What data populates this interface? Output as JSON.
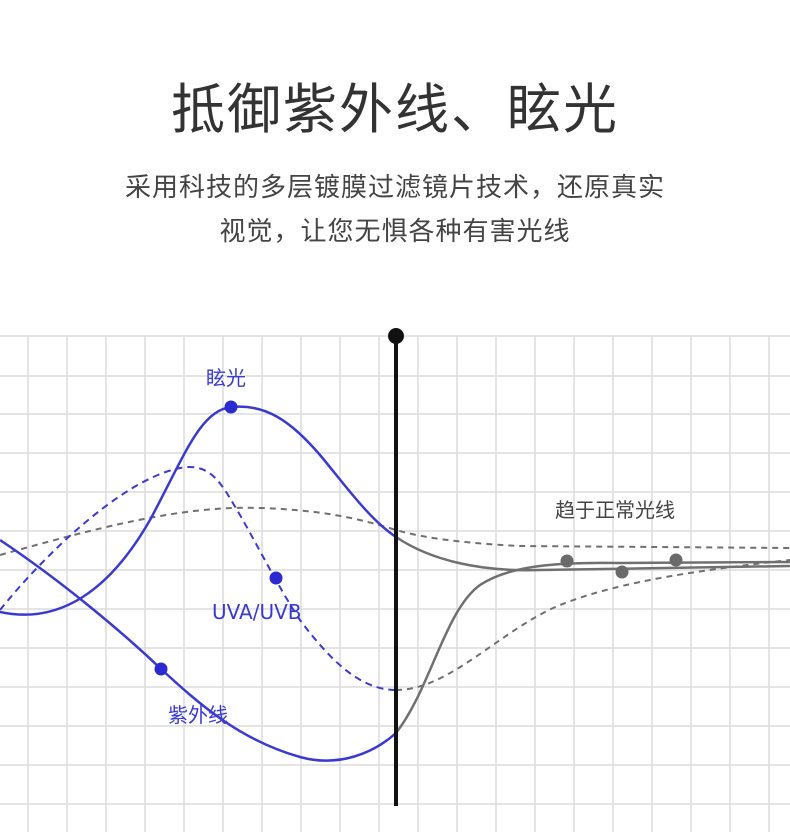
{
  "header": {
    "title": "抵御紫外线、眩光",
    "subtitle_line1": "采用科技的多层镀膜过滤镜片技术，还原真实",
    "subtitle_line2": "视觉，让您无惧各种有害光线"
  },
  "diagram": {
    "labels": {
      "glare": "眩光",
      "uva_uvb": "UVA/UVB",
      "uv": "紫外线",
      "normal": "趋于正常光线"
    },
    "colors": {
      "blue": "#3a3ad0",
      "gray": "#707070",
      "grid": "#dcdcdc",
      "divider": "#111111"
    }
  }
}
